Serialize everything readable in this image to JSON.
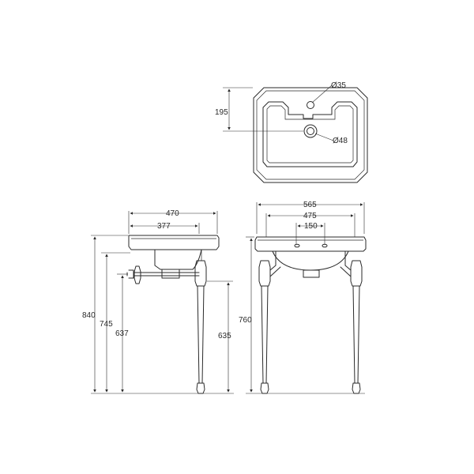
{
  "plan": {
    "tap_hole": "Ø35",
    "waste_hole": "Ø48",
    "depth_to_waste": "195"
  },
  "side": {
    "width_total": "470",
    "width_inner": "377",
    "height_total": "840",
    "height_rim": "745",
    "height_rail": "637",
    "height_leg": "635"
  },
  "front": {
    "width_total": "565",
    "width_inner": "475",
    "tap_spacing": "150",
    "height": "760"
  }
}
